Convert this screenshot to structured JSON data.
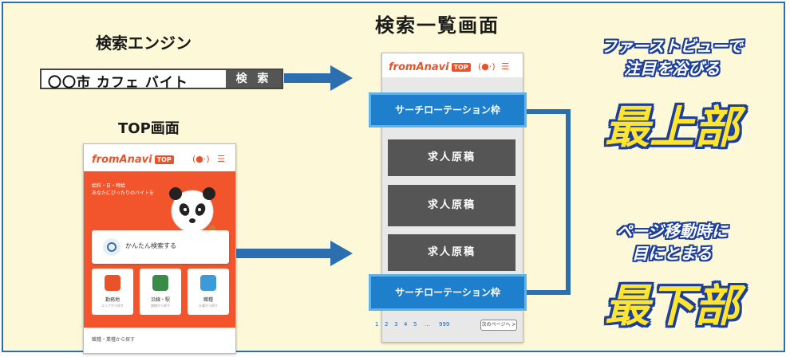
{
  "labels": {
    "search_engine": "検索エンジン",
    "top_screen": "TOP画面",
    "list_screen": "検索一覧画面"
  },
  "search": {
    "query": "〇〇市 カフェ バイト",
    "button": "検 索"
  },
  "app": {
    "logo": "fromAnavi",
    "logo_tag": "TOP"
  },
  "top_phone": {
    "hero_text": "給料・日・時給\nあなたにぴったりのバイトを",
    "search_card": "かんたん検索する",
    "tiles": [
      {
        "label": "勤務地",
        "sub": "エリアから探す",
        "color": "#e8532a"
      },
      {
        "label": "沿線・駅",
        "sub": "路線から探す",
        "color": "#3a8a4a"
      },
      {
        "label": "職種",
        "sub": "仕事から探す",
        "color": "#3c9ad8"
      }
    ],
    "footer": "職種・業種から探す"
  },
  "list_phone": {
    "rotation_label": "サーチローテーション枠",
    "jobs": [
      "求人原稿",
      "求人原稿",
      "求人原稿"
    ],
    "pager": {
      "pages": [
        "1",
        "2",
        "3",
        "4",
        "5",
        "…",
        "999"
      ],
      "next": "次のページへ >"
    }
  },
  "callouts": {
    "top_lead": "ファーストビューで\n注目を浴びる",
    "top_big": "最上部",
    "bottom_lead": "ページ移動時に\n目にとまる",
    "bottom_big": "最下部"
  },
  "colors": {
    "frame_border": "#2b6fb0",
    "background": "#fdf8d8",
    "arrow": "#2b6fb0",
    "rotation_box": "#1e7fcc",
    "job_box": "#555555",
    "hero": "#f2552c",
    "big_text": "#ffe530",
    "outline": "#1d3f9a"
  }
}
